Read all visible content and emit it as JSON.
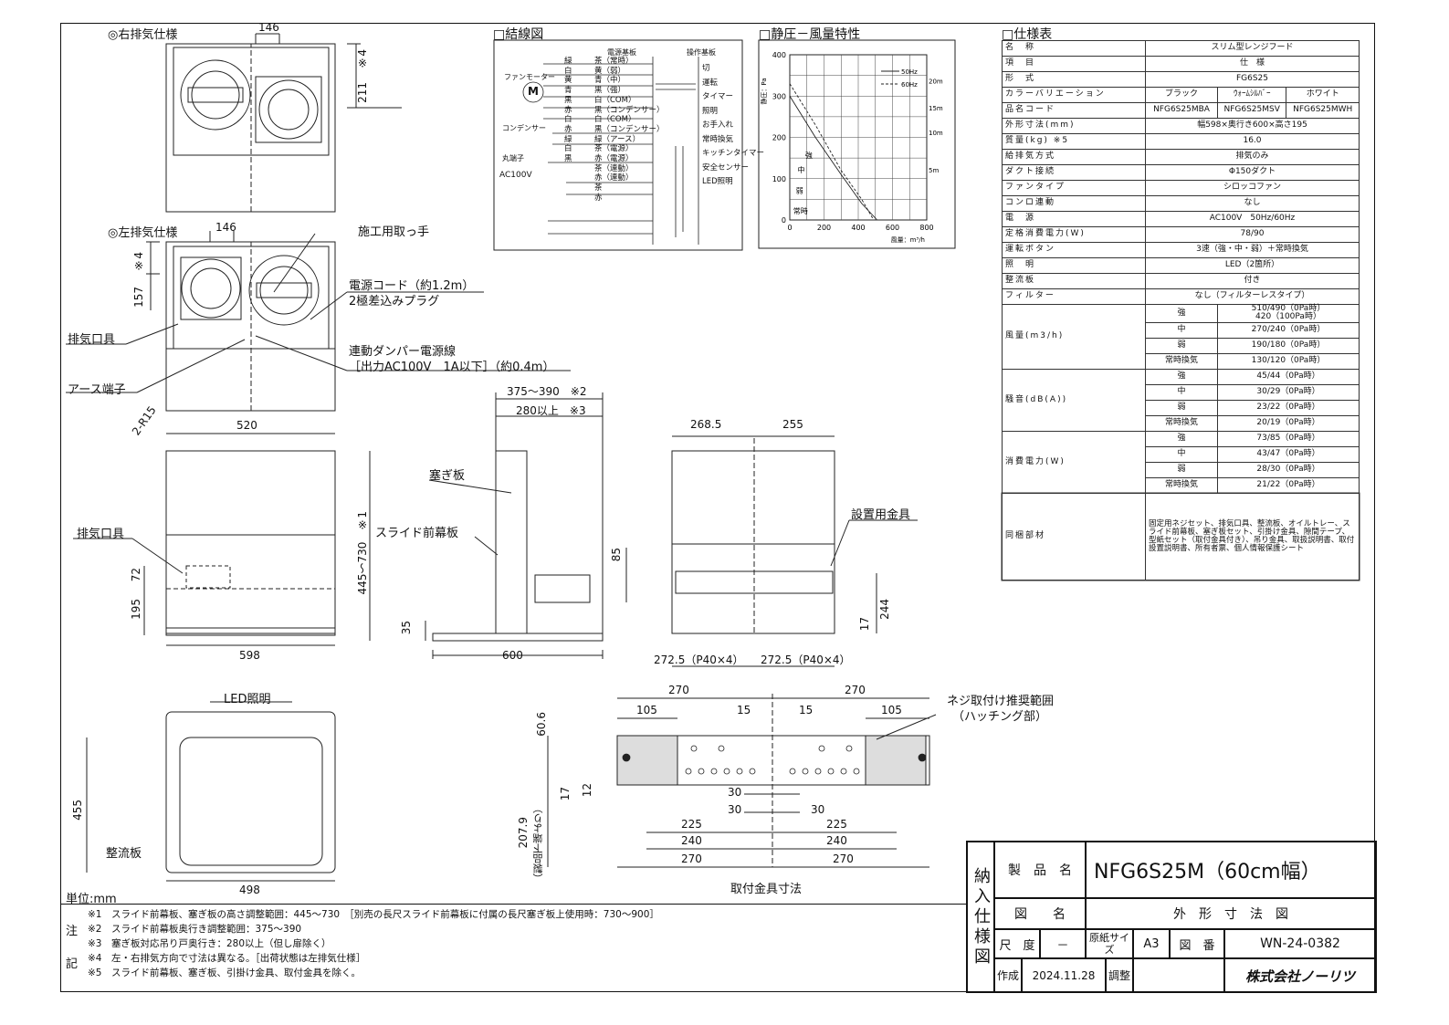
{
  "sections": {
    "wiring": "□結線図",
    "pressure": "□静圧－風量特性",
    "spec": "□仕様表"
  },
  "views": {
    "right_exhaust": "◎右排気仕様",
    "left_exhaust": "◎左排気仕様",
    "fitting_caption": "取付金具寸法",
    "unit": "単位:mm"
  },
  "callouts": {
    "handle": "施工用取っ手",
    "power_cord": "電源コード（約1.2m）",
    "plug": "2極差込みプラグ",
    "exhaust_port": "排気口具",
    "damper_line": "連動ダンパー電源線",
    "damper_spec": "［出力AC100V　1A以下］（約0.4m）",
    "earth": "アース端子",
    "exhaust_port2": "排気口具",
    "closing_plate": "塞ぎ板",
    "slide_plate": "スライド前幕板",
    "bracket": "設置用金具",
    "led": "LED照明",
    "rectifier": "整流板",
    "screw_range": "ネジ取付け推奨範囲",
    "hatch": "（ハッチング部）"
  },
  "dims": {
    "d146a": "146",
    "d4a": "※4",
    "d211": "211",
    "d146b": "146",
    "d4b": "※4",
    "d157": "157",
    "r15": "2-R15",
    "d520": "520",
    "d598": "598",
    "d72": "72",
    "d195": "195",
    "d375": "375～390　※2",
    "d280": "280以上　※3",
    "d730": "445～730　※1",
    "d600": "600",
    "d85": "85",
    "d35": "35",
    "d268": "268.5",
    "d255": "255",
    "d244": "244",
    "d17": "17",
    "d272a": "272.5（P40×4）",
    "d272b": "272.5（P40×4）",
    "d455": "455",
    "d498": "498",
    "f270a": "270",
    "f270b": "270",
    "f105a": "105",
    "f105b": "105",
    "f15a": "15",
    "f15b": "15",
    "f60": "60.6",
    "f17": "17",
    "f12": "12",
    "f30a": "30",
    "f30b": "30",
    "f30c": "30",
    "f225a": "225",
    "f225b": "225",
    "f240a": "240",
    "f240b": "240",
    "f270c": "270",
    "f270d": "270",
    "f207": "207.9",
    "f207b": "（製品下端より）"
  },
  "wiring": {
    "fan_motor": "ファンモーター",
    "condenser": "コンデンサー",
    "terminal": "丸端子",
    "ac": "AC100V",
    "board_power": "電源基板",
    "board_ops": "操作基板",
    "wires_left": [
      "緑",
      "白",
      "黄",
      "青",
      "黒",
      "赤",
      "白",
      "赤",
      "緑",
      "白",
      "黒"
    ],
    "wires_right": [
      "茶（常時）",
      "黄（弱）",
      "青（中）",
      "黒（強）",
      "白（COM）",
      "黒（コンデンサー）",
      "白（COM）",
      "黒（コンデンサー）",
      "緑（アース）",
      "茶（電源）",
      "赤（電源）",
      "茶（連動）",
      "赤（連動）",
      "茶",
      "赤"
    ],
    "ops": [
      "切",
      "運転",
      "タイマー",
      "照明",
      "お手入れ",
      "常時換気",
      "キッチンタイマー",
      "安全センサー",
      "LED照明"
    ]
  },
  "chart_data": {
    "type": "line",
    "title": "",
    "xlabel": "風量：m³/h",
    "ylabel": "静圧：Pa",
    "xlim": [
      0,
      800
    ],
    "ylim": [
      0,
      400
    ],
    "x_ticks": [
      0,
      200,
      400,
      600,
      800
    ],
    "y_ticks": [
      0,
      100,
      200,
      300,
      400
    ],
    "legend": [
      "50Hz",
      "60Hz"
    ],
    "curve_labels": [
      "強",
      "中",
      "弱",
      "常時"
    ],
    "duct_labels": [
      "20m",
      "15m",
      "10m",
      "5m"
    ],
    "series": [
      {
        "name": "50Hz",
        "values": [
          [
            0,
            300
          ],
          [
            150,
            200
          ],
          [
            300,
            110
          ],
          [
            420,
            40
          ],
          [
            510,
            0
          ]
        ]
      },
      {
        "name": "60Hz",
        "values": [
          [
            0,
            330
          ],
          [
            150,
            230
          ],
          [
            300,
            120
          ],
          [
            420,
            50
          ],
          [
            490,
            0
          ]
        ]
      }
    ]
  },
  "spec_table": {
    "rows": [
      [
        "名　称",
        "スリム型レンジフード"
      ],
      [
        "項　目",
        "仕　様"
      ],
      [
        "形　式",
        "FG6S25"
      ],
      [
        "カラーバリエーション",
        "ブラック|ｳｫｰﾑｼﾙﾊﾞｰ|ホワイト"
      ],
      [
        "品名コード",
        "NFG6S25MBA|NFG6S25MSV|NFG6S25MWH"
      ],
      [
        "外形寸法(mm)",
        "幅598×奥行き600×高さ195"
      ],
      [
        "質量(kg) ※5",
        "16.0"
      ],
      [
        "給排気方式",
        "排気のみ"
      ],
      [
        "ダクト接続",
        "Φ150ダクト"
      ],
      [
        "ファンタイプ",
        "シロッコファン"
      ],
      [
        "コンロ連動",
        "なし"
      ],
      [
        "電　源",
        "AC100V　50Hz/60Hz"
      ],
      [
        "定格消費電力(W)",
        "78/90"
      ],
      [
        "運転ボタン",
        "3速（強・中・弱）＋常時換気"
      ],
      [
        "照　明",
        "LED（2箇所）"
      ],
      [
        "整流板",
        "付き"
      ],
      [
        "フィルター",
        "なし（フィルターレスタイプ）"
      ]
    ],
    "airflow": {
      "label": "風量(m3/h)",
      "rows": [
        [
          "強",
          "510/490（0Pa時）\n420（100Pa時）"
        ],
        [
          "中",
          "270/240（0Pa時）"
        ],
        [
          "弱",
          "190/180（0Pa時）"
        ],
        [
          "常時換気",
          "130/120（0Pa時）"
        ]
      ]
    },
    "noise": {
      "label": "騒音(dB(A))",
      "rows": [
        [
          "強",
          "45/44（0Pa時）"
        ],
        [
          "中",
          "30/29（0Pa時）"
        ],
        [
          "弱",
          "23/22（0Pa時）"
        ],
        [
          "常時換気",
          "20/19（0Pa時）"
        ]
      ]
    },
    "power": {
      "label": "消費電力(W)",
      "rows": [
        [
          "強",
          "73/85（0Pa時）"
        ],
        [
          "中",
          "43/47（0Pa時）"
        ],
        [
          "弱",
          "28/30（0Pa時）"
        ],
        [
          "常時換気",
          "21/22（0Pa時）"
        ]
      ]
    },
    "bundled": {
      "label": "同梱部材",
      "text": "固定用ネジセット、排気口具、整流板、オイルトレー、スライド前幕板、塞ぎ板セット、引掛け金具、隙間テープ、型紙セット（取付金具付き）、吊り金具、取扱説明書、取付設置説明書、所有者票、個人情報保護シート"
    }
  },
  "title_block": {
    "side": "納入仕様図",
    "product_label": "製　品　名",
    "product": "NFG6S25M（60cm幅）",
    "drawing_label": "図　　名",
    "drawing": "外　形　寸　法　図",
    "scale_label": "尺　度",
    "scale": "－",
    "paper_label": "原紙サイズ",
    "paper": "A3",
    "number_label": "図　番",
    "number": "WN-24-0382",
    "made_label": "作成",
    "made": "2024.11.28",
    "adjust_label": "調整",
    "company": "株式会社ノーリツ"
  },
  "notes": {
    "label": "注記",
    "lines": [
      "※1　スライド前幕板、塞ぎ板の高さ調整範囲：445～730　［別売の長尺スライド前幕板に付属の長尺塞ぎ板上使用時：730～900］",
      "※2　スライド前幕板奥行き調整範囲：375～390",
      "※3　塞ぎ板対応吊り戸奥行き：280以上（但し扉除く）",
      "※4　左・右排気方向で寸法は異なる。［出荷状態は左排気仕様］",
      "※5　スライド前幕板、塞ぎ板、引掛け金具、取付金具を除く。"
    ]
  }
}
